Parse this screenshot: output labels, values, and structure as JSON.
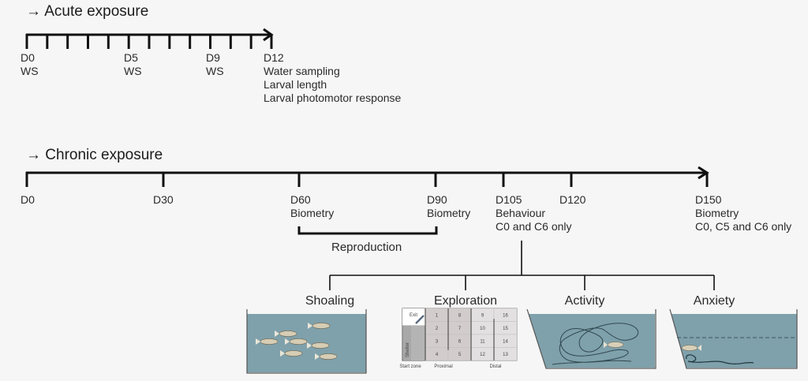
{
  "acute": {
    "title": "Acute exposure",
    "arrow_symbol": "→",
    "tick_count": 12,
    "labels": [
      {
        "day": "D0",
        "lines": [
          "WS"
        ]
      },
      {
        "day": "D5",
        "lines": [
          "WS"
        ]
      },
      {
        "day": "D9",
        "lines": [
          "WS"
        ]
      },
      {
        "day": "D12",
        "lines": [
          "Water sampling",
          "Larval length",
          "Larval photomotor response"
        ]
      }
    ]
  },
  "chronic": {
    "title": "Chronic exposure",
    "arrow_symbol": "→",
    "labels": [
      {
        "day": "D0",
        "lines": []
      },
      {
        "day": "D30",
        "lines": []
      },
      {
        "day": "D60",
        "lines": [
          "Biometry"
        ]
      },
      {
        "day": "D90",
        "lines": [
          "Biometry"
        ]
      },
      {
        "day": "D105",
        "lines": [
          "Behaviour",
          "C0 and C6 only"
        ]
      },
      {
        "day": "D120",
        "lines": []
      },
      {
        "day": "D150",
        "lines": [
          "Biometry",
          "C0, C5 and C6 only"
        ]
      }
    ],
    "bracket_label": "Reproduction"
  },
  "behaviour_tests": [
    {
      "name": "Shoaling"
    },
    {
      "name": "Exploration"
    },
    {
      "name": "Activity"
    },
    {
      "name": "Anxiety"
    }
  ],
  "exploration_maze": {
    "exit_label": "Exit",
    "shelter_label": "Shelter",
    "cells": [
      [
        "1",
        "8",
        "9",
        "16"
      ],
      [
        "2",
        "7",
        "10",
        "15"
      ],
      [
        "3",
        "6",
        "11",
        "14"
      ],
      [
        "4",
        "5",
        "12",
        "13"
      ]
    ],
    "zones": [
      "Start zone",
      "Proximal",
      "Distal"
    ]
  },
  "colors": {
    "water": "#7fa1ab",
    "line": "#111111",
    "maze_cell": "#d2cccc",
    "maze_cell_light": "#e2e0e0",
    "shelter": "#a8a8a8"
  }
}
